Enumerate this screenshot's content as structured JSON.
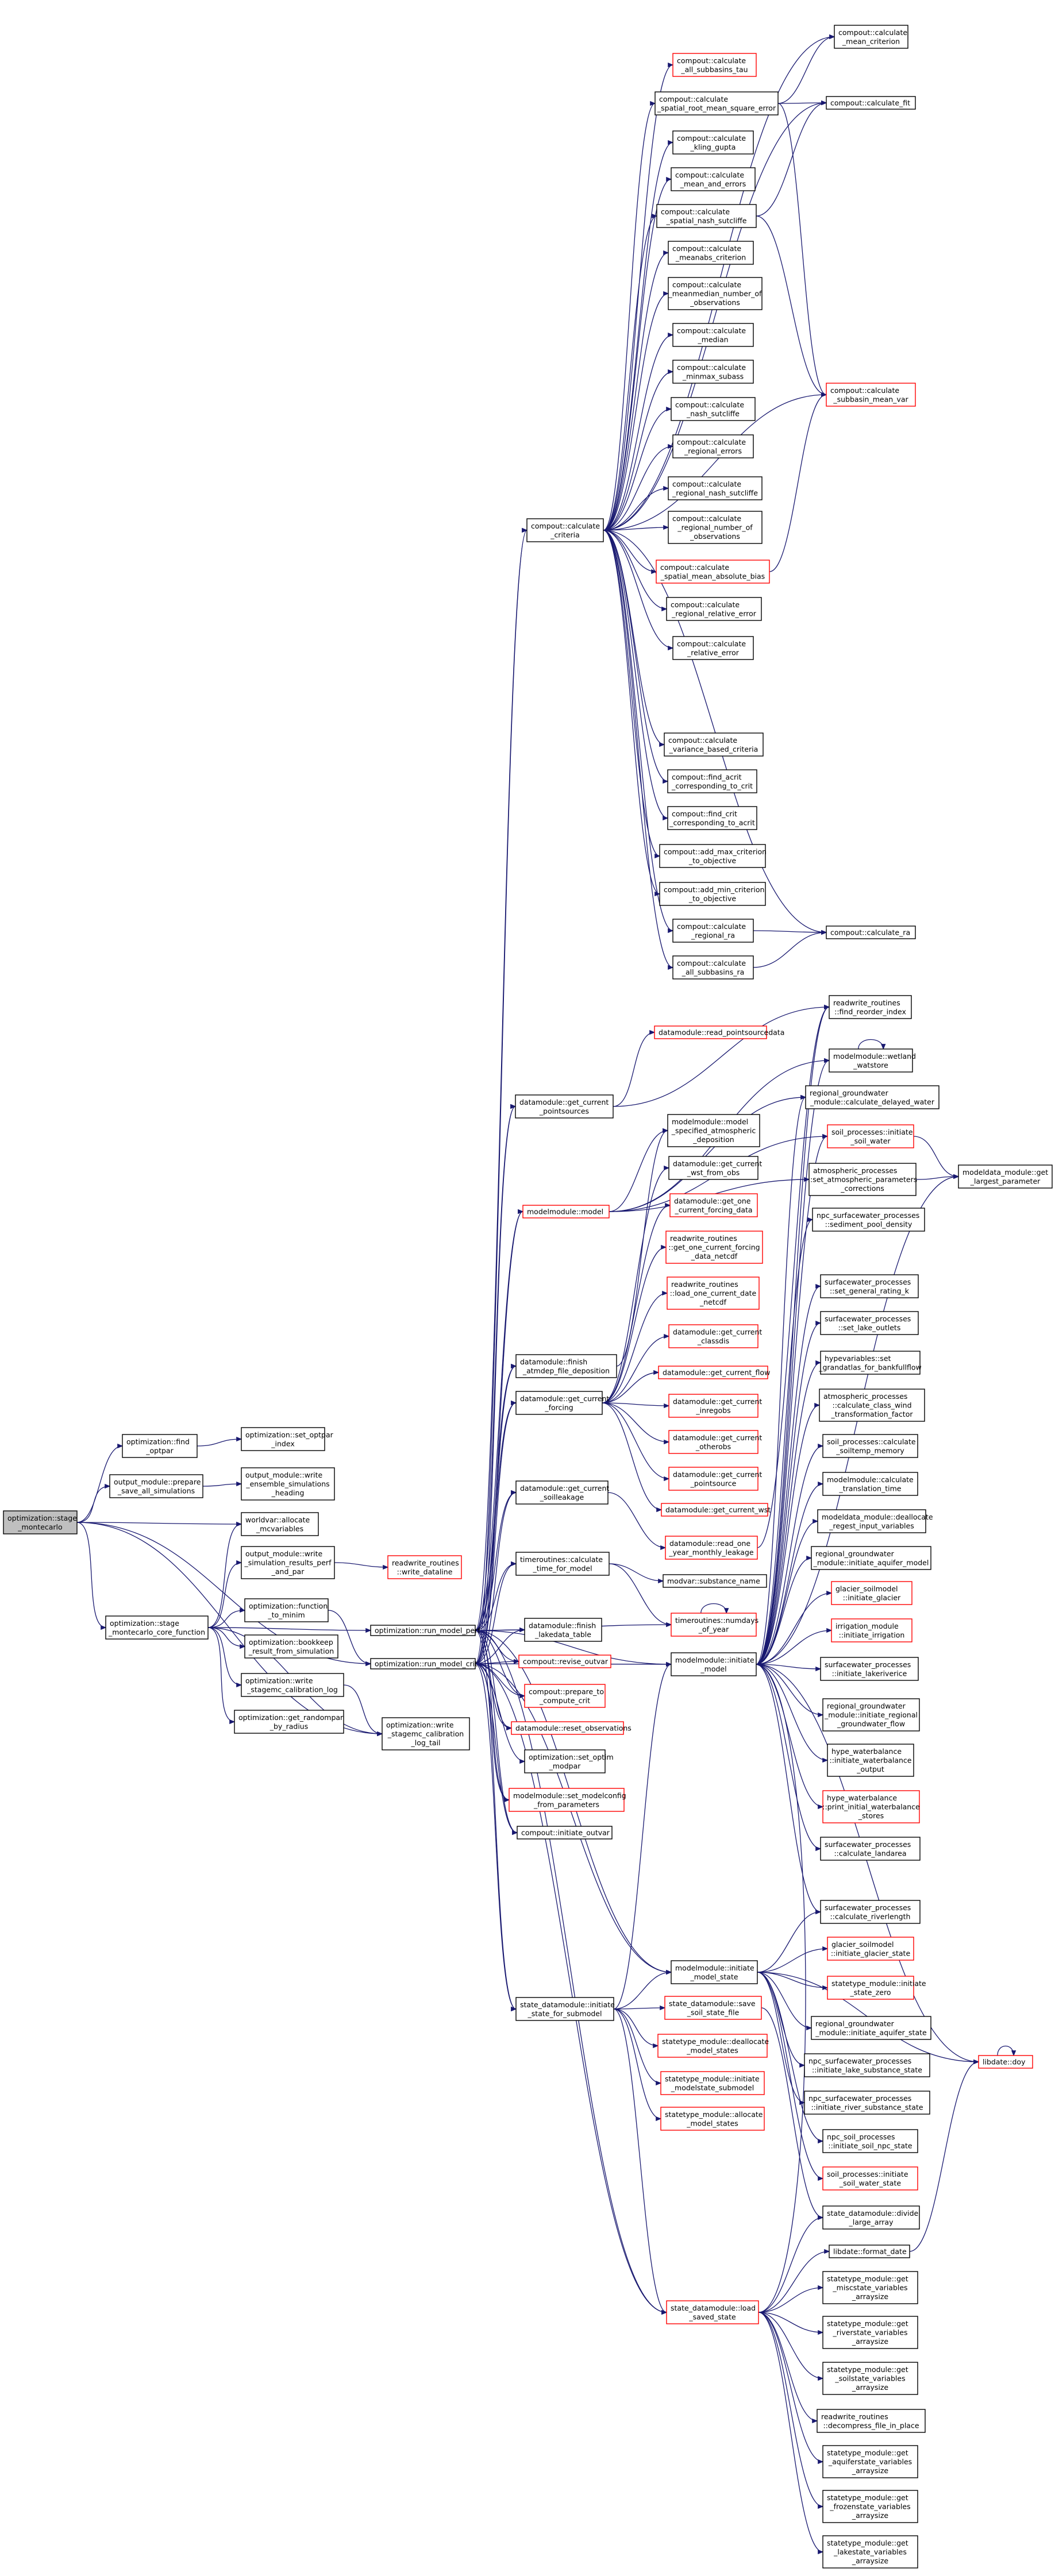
{
  "colors": {
    "edge": "#191970",
    "node_border": "#000000",
    "incomplete_node_border": "#ff0000",
    "root_fill": "#bfbfbf",
    "background": "#ffffff"
  },
  "nodes": [
    {
      "id": "root",
      "lines": [
        "optimization::stage",
        "_montecarlo"
      ],
      "red": false,
      "root": true
    },
    {
      "id": "find_optpar",
      "lines": [
        "optimization::find",
        "_optpar"
      ],
      "red": false
    },
    {
      "id": "set_optpar_index",
      "lines": [
        "optimization::set_optpar",
        "_index"
      ],
      "red": false
    },
    {
      "id": "prepare_save_all",
      "lines": [
        "output_module::prepare",
        "_save_all_simulations"
      ],
      "red": false
    },
    {
      "id": "write_ensemble",
      "lines": [
        "output_module::write",
        "_ensemble_simulations",
        "_heading"
      ],
      "red": false
    },
    {
      "id": "allocate_mcvariables",
      "lines": [
        "worldvar::allocate",
        "_mcvariables"
      ],
      "red": false
    },
    {
      "id": "write_results_perf",
      "lines": [
        "output_module::write",
        "_simulation_results_perf",
        "_and_par"
      ],
      "red": false
    },
    {
      "id": "write_dataline",
      "lines": [
        "readwrite_routines",
        "::write_dataline"
      ],
      "red": true
    },
    {
      "id": "stage_mc_core",
      "lines": [
        "optimization::stage",
        "_montecarlo_core_function"
      ],
      "red": false
    },
    {
      "id": "function_to_minim",
      "lines": [
        "optimization::function",
        "_to_minim"
      ],
      "red": false
    },
    {
      "id": "bookkeep",
      "lines": [
        "optimization::bookkeep",
        "_result_from_simulation"
      ],
      "red": false
    },
    {
      "id": "write_stagemc_log",
      "lines": [
        "optimization::write",
        "_stagemc_calibration_log"
      ],
      "red": false
    },
    {
      "id": "get_randompar",
      "lines": [
        "optimization::get_randompar",
        "_by_radius"
      ],
      "red": false
    },
    {
      "id": "write_stagemc_log_tail",
      "lines": [
        "optimization::write",
        "_stagemc_calibration",
        "_log_tail"
      ],
      "red": false
    },
    {
      "id": "run_model_perf",
      "lines": [
        "optimization::run_model_perf"
      ],
      "red": false
    },
    {
      "id": "run_model_crit",
      "lines": [
        "optimization::run_model_crit"
      ],
      "red": false
    },
    {
      "id": "calc_mean_criterion",
      "lines": [
        "compout::calculate",
        "_mean_criterion"
      ],
      "red": false
    },
    {
      "id": "calc_all_subbasins_tau",
      "lines": [
        "compout::calculate",
        "_all_subbasins_tau"
      ],
      "red": true
    },
    {
      "id": "calc_spatial_root_mse",
      "lines": [
        "compout::calculate",
        "_spatial_root_mean_square_error"
      ],
      "red": false
    },
    {
      "id": "calc_fit",
      "lines": [
        "compout::calculate_fit"
      ],
      "red": false
    },
    {
      "id": "calc_kling_gupta",
      "lines": [
        "compout::calculate",
        "_kling_gupta"
      ],
      "red": false
    },
    {
      "id": "calc_mean_and_errors",
      "lines": [
        "compout::calculate",
        "_mean_and_errors"
      ],
      "red": false
    },
    {
      "id": "calc_spatial_nash",
      "lines": [
        "compout::calculate",
        "_spatial_nash_sutcliffe"
      ],
      "red": false
    },
    {
      "id": "calc_subbasin_mean_var",
      "lines": [
        "compout::calculate",
        "_subbasin_mean_var"
      ],
      "red": true
    },
    {
      "id": "calc_meanabs",
      "lines": [
        "compout::calculate",
        "_meanabs_criterion"
      ],
      "red": false
    },
    {
      "id": "calc_meanmedian_number",
      "lines": [
        "compout::calculate",
        "_meanmedian_number_of",
        "_observations"
      ],
      "red": false
    },
    {
      "id": "calc_median",
      "lines": [
        "compout::calculate",
        "_median"
      ],
      "red": false
    },
    {
      "id": "calc_minmax_subass",
      "lines": [
        "compout::calculate",
        "_minmax_subass"
      ],
      "red": false
    },
    {
      "id": "calc_nash_sutcliffe",
      "lines": [
        "compout::calculate",
        "_nash_sutcliffe"
      ],
      "red": false
    },
    {
      "id": "calc_regional_errors",
      "lines": [
        "compout::calculate",
        "_regional_errors"
      ],
      "red": false
    },
    {
      "id": "calc_regional_nash",
      "lines": [
        "compout::calculate",
        "_regional_nash_sutcliffe"
      ],
      "red": false
    },
    {
      "id": "calc_criteria",
      "lines": [
        "compout::calculate",
        "_criteria"
      ],
      "red": false
    },
    {
      "id": "calc_regional_number_obs",
      "lines": [
        "compout::calculate",
        "_regional_number_of",
        "_observations"
      ],
      "red": false
    },
    {
      "id": "calc_spatial_mean_abs_bias",
      "lines": [
        "compout::calculate",
        "_spatial_mean_absolute_bias"
      ],
      "red": true
    },
    {
      "id": "calc_regional_relative_error",
      "lines": [
        "compout::calculate",
        "_regional_relative_error"
      ],
      "red": false
    },
    {
      "id": "calc_relative_error",
      "lines": [
        "compout::calculate",
        "_relative_error"
      ],
      "red": false
    },
    {
      "id": "calc_variance_based",
      "lines": [
        "compout::calculate",
        "_variance_based_criteria"
      ],
      "red": false
    },
    {
      "id": "find_acrit",
      "lines": [
        "compout::find_acrit",
        "_corresponding_to_crit"
      ],
      "red": false
    },
    {
      "id": "find_crit",
      "lines": [
        "compout::find_crit",
        "_corresponding_to_acrit"
      ],
      "red": false
    },
    {
      "id": "add_max_criterion",
      "lines": [
        "compout::add_max_criterion",
        "_to_objective"
      ],
      "red": false
    },
    {
      "id": "add_min_criterion",
      "lines": [
        "compout::add_min_criterion",
        "_to_objective"
      ],
      "red": false
    },
    {
      "id": "calc_regional_ra",
      "lines": [
        "compout::calculate",
        "_regional_ra"
      ],
      "red": false
    },
    {
      "id": "calc_ra",
      "lines": [
        "compout::calculate_ra"
      ],
      "red": false
    },
    {
      "id": "calc_all_subbasins_ra",
      "lines": [
        "compout::calculate",
        "_all_subbasins_ra"
      ],
      "red": false
    },
    {
      "id": "find_reorder_index",
      "lines": [
        "readwrite_routines",
        "::find_reorder_index"
      ],
      "red": false
    },
    {
      "id": "read_pointsourcedata",
      "lines": [
        "datamodule::read_pointsourcedata"
      ],
      "red": true
    },
    {
      "id": "wetland_watstore",
      "lines": [
        "modelmodule::wetland",
        "_watstore"
      ],
      "red": false
    },
    {
      "id": "get_current_pointsources",
      "lines": [
        "datamodule::get_current",
        "_pointsources"
      ],
      "red": false
    },
    {
      "id": "calc_delayed_water",
      "lines": [
        "regional_groundwater",
        "_module::calculate_delayed_water"
      ],
      "red": false
    },
    {
      "id": "model_specified_atm_dep",
      "lines": [
        "modelmodule::model",
        "_specified_atmospheric",
        "_deposition"
      ],
      "red": false
    },
    {
      "id": "init_soil_water",
      "lines": [
        "soil_processes::initiate",
        "_soil_water"
      ],
      "red": true
    },
    {
      "id": "set_atm_param_corrections",
      "lines": [
        "atmospheric_processes",
        "::set_atmospheric_parameters",
        "_corrections"
      ],
      "red": false
    },
    {
      "id": "get_largest_parameter",
      "lines": [
        "modeldata_module::get",
        "_largest_parameter"
      ],
      "red": false
    },
    {
      "id": "modelmodule_model",
      "lines": [
        "modelmodule::model"
      ],
      "red": true
    },
    {
      "id": "get_current_wst_from_obs",
      "lines": [
        "datamodule::get_current",
        "_wst_from_obs"
      ],
      "red": false
    },
    {
      "id": "npc_sediment_pool_density",
      "lines": [
        "npc_surfacewater_processes",
        "::sediment_pool_density"
      ],
      "red": false
    },
    {
      "id": "get_one_current_forcing_data",
      "lines": [
        "datamodule::get_one",
        "_current_forcing_data"
      ],
      "red": true
    },
    {
      "id": "get_one_current_forcing_netcdf",
      "lines": [
        "readwrite_routines",
        "::get_one_current_forcing",
        "_data_netcdf"
      ],
      "red": true
    },
    {
      "id": "set_general_rating_k",
      "lines": [
        "surfacewater_processes",
        "::set_general_rating_k"
      ],
      "red": false
    },
    {
      "id": "load_one_current_date_netcdf",
      "lines": [
        "readwrite_routines",
        "::load_one_current_date",
        "_netcdf"
      ],
      "red": true
    },
    {
      "id": "set_lake_outlets",
      "lines": [
        "surfacewater_processes",
        "::set_lake_outlets"
      ],
      "red": false
    },
    {
      "id": "get_current_classdis",
      "lines": [
        "datamodule::get_current",
        "_classdis"
      ],
      "red": true
    },
    {
      "id": "finish_atmdep_file",
      "lines": [
        "datamodule::finish",
        "_atmdep_file_deposition"
      ],
      "red": false
    },
    {
      "id": "set_grandatlas",
      "lines": [
        "hypevariables::set",
        "_grandatlas_for_bankfullflow"
      ],
      "red": false
    },
    {
      "id": "get_current_flow",
      "lines": [
        "datamodule::get_current_flow"
      ],
      "red": true
    },
    {
      "id": "calc_class_wind",
      "lines": [
        "atmospheric_processes",
        "::calculate_class_wind",
        "_transformation_factor"
      ],
      "red": false
    },
    {
      "id": "get_current_forcing",
      "lines": [
        "datamodule::get_current",
        "_forcing"
      ],
      "red": false
    },
    {
      "id": "get_current_inregobs",
      "lines": [
        "datamodule::get_current",
        "_inregobs"
      ],
      "red": true
    },
    {
      "id": "calc_soiltemp_memory",
      "lines": [
        "soil_processes::calculate",
        "_soiltemp_memory"
      ],
      "red": false
    },
    {
      "id": "get_current_otherobs",
      "lines": [
        "datamodule::get_current",
        "_otherobs"
      ],
      "red": true
    },
    {
      "id": "calc_translation_time",
      "lines": [
        "modelmodule::calculate",
        "_translation_time"
      ],
      "red": false
    },
    {
      "id": "get_current_pointsource",
      "lines": [
        "datamodule::get_current",
        "_pointsource"
      ],
      "red": true
    },
    {
      "id": "dealloc_regest_input",
      "lines": [
        "modeldata_module::deallocate",
        "_regest_input_variables"
      ],
      "red": false
    },
    {
      "id": "get_current_wst",
      "lines": [
        "datamodule::get_current_wst"
      ],
      "red": true
    },
    {
      "id": "get_current_soilleakage",
      "lines": [
        "datamodule::get_current",
        "_soilleakage"
      ],
      "red": false
    },
    {
      "id": "read_one_year_monthly_leakage",
      "lines": [
        "datamodule::read_one",
        "_year_monthly_leakage"
      ],
      "red": true
    },
    {
      "id": "init_aquifer_model",
      "lines": [
        "regional_groundwater",
        "_module::initiate_aquifer_model"
      ],
      "red": false
    },
    {
      "id": "timeroutines_calc_time",
      "lines": [
        "timeroutines::calculate",
        "_time_for_model"
      ],
      "red": false
    },
    {
      "id": "modvar_substance_name",
      "lines": [
        "modvar::substance_name"
      ],
      "red": false
    },
    {
      "id": "init_glacier",
      "lines": [
        "glacier_soilmodel",
        "::initiate_glacier"
      ],
      "red": true
    },
    {
      "id": "finish_lakedata_table",
      "lines": [
        "datamodule::finish",
        "_lakedata_table"
      ],
      "red": false
    },
    {
      "id": "numdays_of_year",
      "lines": [
        "timeroutines::numdays",
        "_of_year"
      ],
      "red": true
    },
    {
      "id": "init_irrigation",
      "lines": [
        "irrigation_module",
        "::initiate_irrigation"
      ],
      "red": true
    },
    {
      "id": "revise_outvar",
      "lines": [
        "compout::revise_outvar"
      ],
      "red": true
    },
    {
      "id": "modelmodule_initiate_model",
      "lines": [
        "modelmodule::initiate",
        "_model"
      ],
      "red": false
    },
    {
      "id": "init_lakeriverice",
      "lines": [
        "surfacewater_processes",
        "::initiate_lakeriverice"
      ],
      "red": false
    },
    {
      "id": "prepare_to_compute_crit",
      "lines": [
        "compout::prepare_to",
        "_compute_crit"
      ],
      "red": true
    },
    {
      "id": "init_regional_gw_flow",
      "lines": [
        "regional_groundwater",
        "_module::initiate_regional",
        "_groundwater_flow"
      ],
      "red": false
    },
    {
      "id": "reset_observations",
      "lines": [
        "datamodule::reset_observations"
      ],
      "red": true
    },
    {
      "id": "init_waterbalance_output",
      "lines": [
        "hype_waterbalance",
        "::initiate_waterbalance",
        "_output"
      ],
      "red": false
    },
    {
      "id": "set_optim_modpar",
      "lines": [
        "optimization::set_optim",
        "_modpar"
      ],
      "red": false
    },
    {
      "id": "print_initial_waterbalance",
      "lines": [
        "hype_waterbalance",
        "::print_initial_waterbalance",
        "_stores"
      ],
      "red": true
    },
    {
      "id": "set_modelconfig",
      "lines": [
        "modelmodule::set_modelconfig",
        "_from_parameters"
      ],
      "red": true
    },
    {
      "id": "initiate_outvar",
      "lines": [
        "compout::initiate_outvar"
      ],
      "red": false
    },
    {
      "id": "calc_landarea",
      "lines": [
        "surfacewater_processes",
        "::calculate_landarea"
      ],
      "red": false
    },
    {
      "id": "calc_riverlength",
      "lines": [
        "surfacewater_processes",
        "::calculate_riverlength"
      ],
      "red": false
    },
    {
      "id": "init_model_state",
      "lines": [
        "modelmodule::initiate",
        "_model_state"
      ],
      "red": false
    },
    {
      "id": "init_glacier_state",
      "lines": [
        "glacier_soilmodel",
        "::initiate_glacier_state"
      ],
      "red": true
    },
    {
      "id": "init_state_zero",
      "lines": [
        "statetype_module::initiate",
        "_state_zero"
      ],
      "red": true
    },
    {
      "id": "state_init_state_for_submodel",
      "lines": [
        "state_datamodule::initiate",
        "_state_for_submodel"
      ],
      "red": false
    },
    {
      "id": "save_soil_state_file",
      "lines": [
        "state_datamodule::save",
        "_soil_state_file"
      ],
      "red": true
    },
    {
      "id": "init_aquifer_state",
      "lines": [
        "regional_groundwater",
        "_module::initiate_aquifer_state"
      ],
      "red": false
    },
    {
      "id": "init_lake_substance_state",
      "lines": [
        "npc_surfacewater_processes",
        "::initiate_lake_substance_state"
      ],
      "red": false
    },
    {
      "id": "dealloc_model_states",
      "lines": [
        "statetype_module::deallocate",
        "_model_states"
      ],
      "red": true
    },
    {
      "id": "init_modelstate_submodel",
      "lines": [
        "statetype_module::initiate",
        "_modelstate_submodel"
      ],
      "red": true
    },
    {
      "id": "init_river_substance_state",
      "lines": [
        "npc_surfacewater_processes",
        "::initiate_river_substance_state"
      ],
      "red": false
    },
    {
      "id": "alloc_model_states",
      "lines": [
        "statetype_module::allocate",
        "_model_states"
      ],
      "red": true
    },
    {
      "id": "init_soil_npc_state",
      "lines": [
        "npc_soil_processes",
        "::initiate_soil_npc_state"
      ],
      "red": false
    },
    {
      "id": "init_soil_water_state",
      "lines": [
        "soil_processes::initiate",
        "_soil_water_state"
      ],
      "red": true
    },
    {
      "id": "libdate_doy",
      "lines": [
        "libdate::doy"
      ],
      "red": true
    },
    {
      "id": "divide_large_array",
      "lines": [
        "state_datamodule::divide",
        "_large_array"
      ],
      "red": false
    },
    {
      "id": "libdate_format_date",
      "lines": [
        "libdate::format_date"
      ],
      "red": false
    },
    {
      "id": "load_saved_state",
      "lines": [
        "state_datamodule::load",
        "_saved_state"
      ],
      "red": true
    },
    {
      "id": "get_misc_arraysize",
      "lines": [
        "statetype_module::get",
        "_miscstate_variables",
        "_arraysize"
      ],
      "red": false
    },
    {
      "id": "get_riverstate_arraysize",
      "lines": [
        "statetype_module::get",
        "_riverstate_variables",
        "_arraysize"
      ],
      "red": false
    },
    {
      "id": "get_soilstate_arraysize",
      "lines": [
        "statetype_module::get",
        "_soilstate_variables",
        "_arraysize"
      ],
      "red": false
    },
    {
      "id": "decompress_file_in_place",
      "lines": [
        "readwrite_routines",
        "::decompress_file_in_place"
      ],
      "red": false
    },
    {
      "id": "get_aquiferstate_arraysize",
      "lines": [
        "statetype_module::get",
        "_aquiferstate_variables",
        "_arraysize"
      ],
      "red": false
    },
    {
      "id": "get_frozenstate_arraysize",
      "lines": [
        "statetype_module::get",
        "_frozenstate_variables",
        "_arraysize"
      ],
      "red": false
    },
    {
      "id": "get_lakestate_arraysize",
      "lines": [
        "statetype_module::get",
        "_lakestate_variables",
        "_arraysize"
      ],
      "red": false
    }
  ]
}
